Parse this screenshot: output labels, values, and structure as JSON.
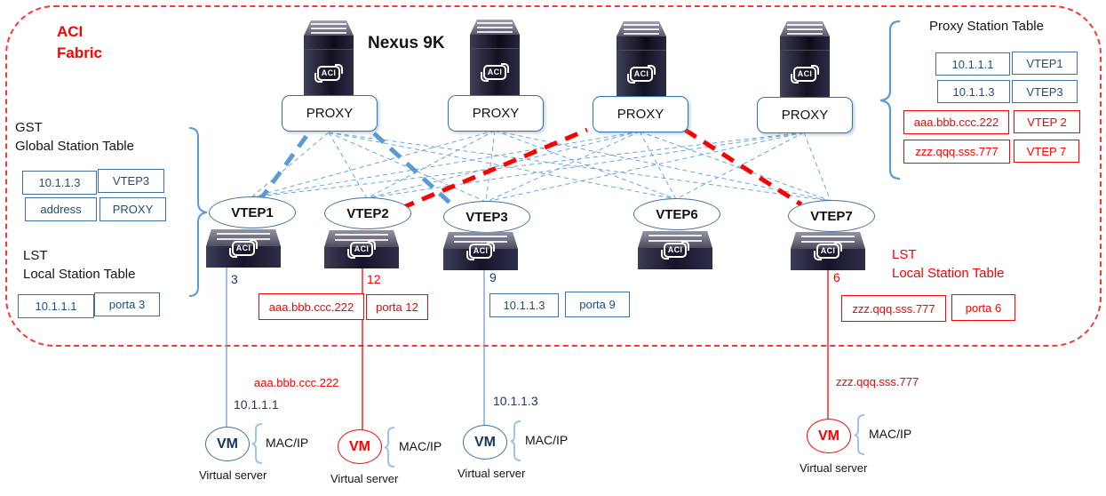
{
  "colors": {
    "accent_red": "#ff0000",
    "table_text_blue": "#1f4e79",
    "table_border_blue": "#41719c",
    "proxy_border_blue": "#2e74b5",
    "mesh_line_blue": "#5b9bd5",
    "vm_brace_blue": "#9dc3e6",
    "device_dark": "#1a1a2e"
  },
  "fabric": {
    "title_line1": "ACI",
    "title_line2": "Fabric"
  },
  "nexus_label": "Nexus 9K",
  "aci_logo": "ACI",
  "proxies": [
    {
      "label": "PROXY"
    },
    {
      "label": "PROXY"
    },
    {
      "label": "PROXY"
    },
    {
      "label": "PROXY"
    }
  ],
  "vteps": [
    {
      "label": "VTEP1"
    },
    {
      "label": "VTEP2"
    },
    {
      "label": "VTEP3"
    },
    {
      "label": "VTEP6"
    },
    {
      "label": "VTEP7"
    }
  ],
  "gst": {
    "abbr": "GST",
    "name": "Global Station Table",
    "rows": [
      {
        "key": "10.1.1.3",
        "value": "VTEP3"
      },
      {
        "key": "address",
        "value": "PROXY"
      }
    ]
  },
  "lst_left": {
    "abbr": "LST",
    "name": "Local Station Table",
    "row": {
      "key": "10.1.1.1",
      "value": "porta 3"
    }
  },
  "proxy_table": {
    "title": "Proxy Station Table",
    "rows": [
      {
        "key": "10.1.1.1",
        "value": "VTEP1",
        "style": "blue"
      },
      {
        "key": "10.1.1.3",
        "value": "VTEP3",
        "style": "blue"
      },
      {
        "key": "aaa.bbb.ccc.222",
        "value": "VTEP 2",
        "style": "red"
      },
      {
        "key": "zzz.qqq.sss.777",
        "value": "VTEP 7",
        "style": "red"
      }
    ]
  },
  "lst_right": {
    "abbr": "LST",
    "name": "Local Station Table",
    "row": {
      "key": "zzz.qqq.sss.777",
      "value": "porta 6"
    }
  },
  "leaf_tables": {
    "leaf2": {
      "key": "aaa.bbb.ccc.222",
      "value": "porta 12"
    },
    "leaf3": {
      "key": "10.1.1.3",
      "value": "porta 9"
    }
  },
  "ports": {
    "leaf1": "3",
    "leaf2": "12",
    "leaf3": "9",
    "leaf7": "6"
  },
  "vms": [
    {
      "name": "VM",
      "ip": "10.1.1.1",
      "macip": "MAC/IP",
      "caption": "Virtual server",
      "style": "blue"
    },
    {
      "name": "VM",
      "ip": "aaa.bbb.ccc.222",
      "macip": "MAC/IP",
      "caption": "Virtual server",
      "style": "red"
    },
    {
      "name": "VM",
      "ip": "10.1.1.3",
      "macip": "MAC/IP",
      "caption": "Virtual server",
      "style": "blue"
    },
    {
      "name": "VM",
      "ip": "zzz.qqq.sss.777",
      "macip": "MAC/IP",
      "caption": "Virtual server",
      "style": "red"
    }
  ]
}
